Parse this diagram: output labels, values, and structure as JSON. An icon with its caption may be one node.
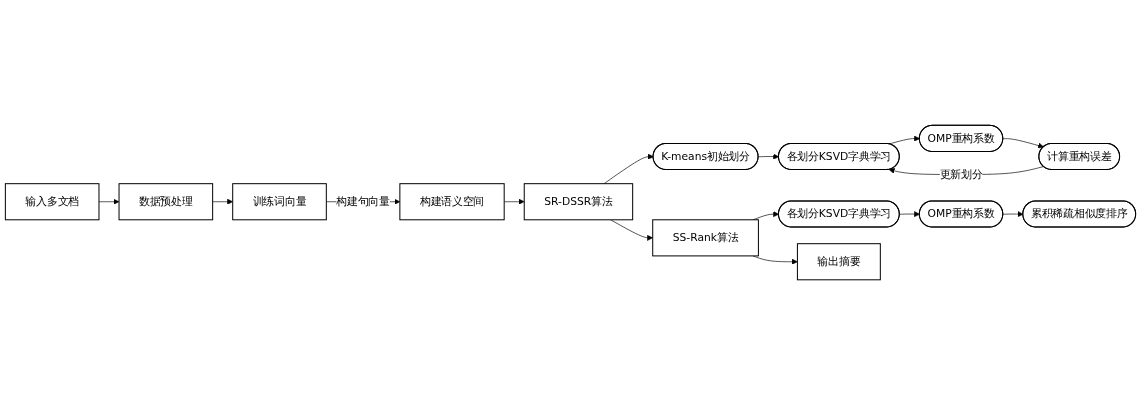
{
  "diagram": {
    "nodes": [
      {
        "text": [
          "输入多文档"
        ]
      },
      {
        "text": [
          "数据预处理"
        ]
      },
      {
        "text": [
          "训练词向量"
        ]
      },
      {
        "text": [
          "构建语义空间"
        ]
      },
      {
        "text": [
          "SR-DSSR算法"
        ]
      },
      {
        "text": [
          "K-means初始划分"
        ]
      },
      {
        "text": [
          "各划分KSVD字典学习"
        ]
      },
      {
        "text": [
          "OMP重构系数"
        ]
      },
      {
        "text": [
          "计算重构误差"
        ]
      },
      {
        "text": [
          "SS-Rank算法"
        ]
      },
      {
        "text": [
          "各划分KSVD字典学习"
        ]
      },
      {
        "text": [
          "OMP重构系数"
        ]
      },
      {
        "text": [
          "累积稀疏相似度排序"
        ]
      },
      {
        "text": [
          "输出摘要"
        ]
      }
    ],
    "edges": [
      {
        "from": 0,
        "to": 1,
        "arrow": "to"
      },
      {
        "from": 1,
        "to": 2,
        "arrow": "to"
      },
      {
        "from": 2,
        "to": 3,
        "arrow": "to",
        "label": "构建句向量"
      },
      {
        "from": 3,
        "to": 4,
        "arrow": "to"
      },
      {
        "from": 4,
        "to": 5,
        "arrow": "to"
      },
      {
        "from": 5,
        "to": 6,
        "arrow": "to"
      },
      {
        "from": 6,
        "to": 7,
        "arrow": "to"
      },
      {
        "from": 7,
        "to": 8,
        "arrow": "to"
      },
      {
        "from": 8,
        "to": 6,
        "arrow": "to",
        "label": "更新划分"
      },
      {
        "from": 4,
        "to": 9,
        "arrow": "to"
      },
      {
        "from": 9,
        "to": 10,
        "arrow": "to"
      },
      {
        "from": 10,
        "to": 11,
        "arrow": "to"
      },
      {
        "from": 11,
        "to": 12,
        "arrow": "to"
      },
      {
        "from": 9,
        "to": 13,
        "arrow": "to"
      }
    ]
  }
}
